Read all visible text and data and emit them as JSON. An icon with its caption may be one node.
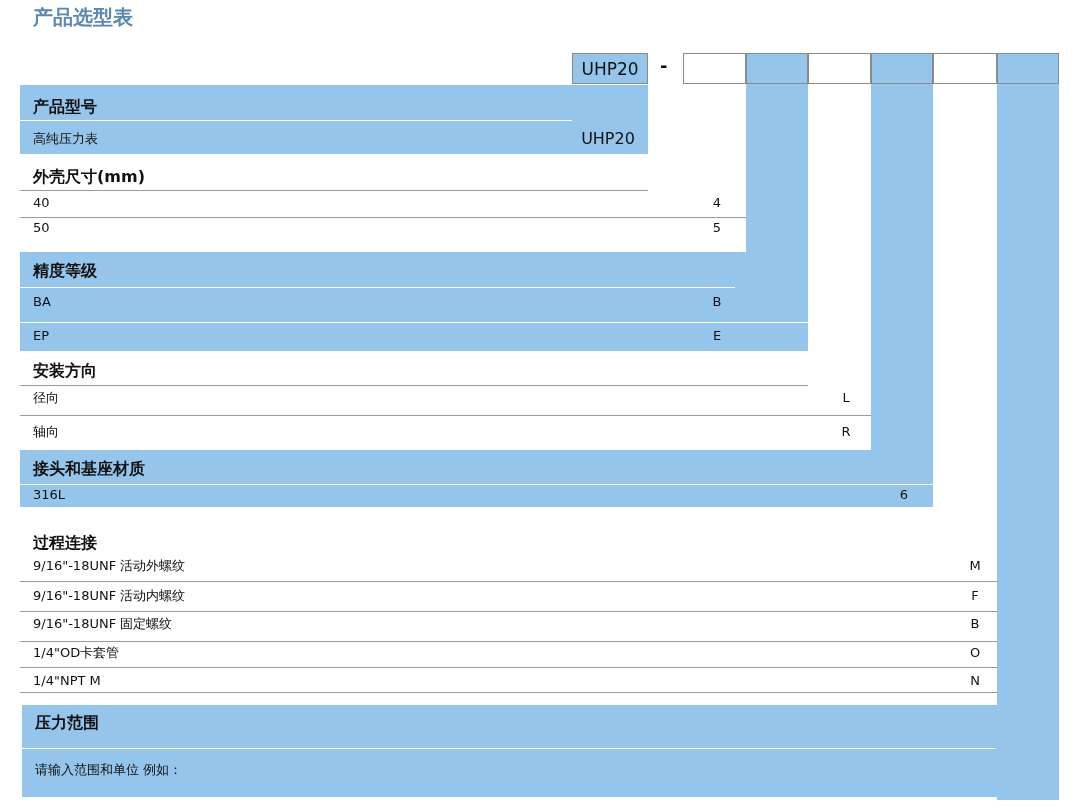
{
  "diagram": {
    "title": "产品选型表",
    "nodes": [
      {
        "text": [
          "UHP20"
        ]
      },
      {
        "text": [],
        "shape": "box"
      },
      {
        "text": [],
        "shape": "box"
      },
      {
        "text": [],
        "shape": "box"
      },
      {
        "text": [],
        "shape": "box"
      },
      {
        "text": [],
        "shape": "box"
      },
      {
        "text": [],
        "shape": "box"
      },
      {
        "text": [
          "产品型号",
          "高纯压力表",
          "UHP20"
        ]
      },
      {
        "text": [
          "外壳尺寸(mm)",
          "40",
          "4",
          "50",
          "5"
        ]
      },
      {
        "text": [
          "精度等级",
          "BA",
          "B",
          "EP",
          "E"
        ]
      },
      {
        "text": [
          "安装方向",
          "径向",
          "L",
          "轴向",
          "R"
        ]
      },
      {
        "text": [
          "接头和基座材质",
          "316L",
          "6"
        ]
      },
      {
        "text": [
          "过程连接",
          "9/16\"-18UNF  活动外螺纹",
          "M",
          "9/16\"-18UNF  活动内螺纹",
          "F",
          "9/16\"-18UNF  固定螺纹",
          "B",
          "1/4\"OD卡套管",
          "O",
          "1/4\"NPT M",
          "N"
        ]
      },
      {
        "text": [
          "压力范围",
          "请输入范围和单位  例如："
        ]
      },
      {
        "text": [],
        "shape": "bar"
      },
      {
        "text": [],
        "shape": "bar"
      },
      {
        "text": [],
        "shape": "bar"
      }
    ],
    "labels": [
      "-"
    ]
  }
}
